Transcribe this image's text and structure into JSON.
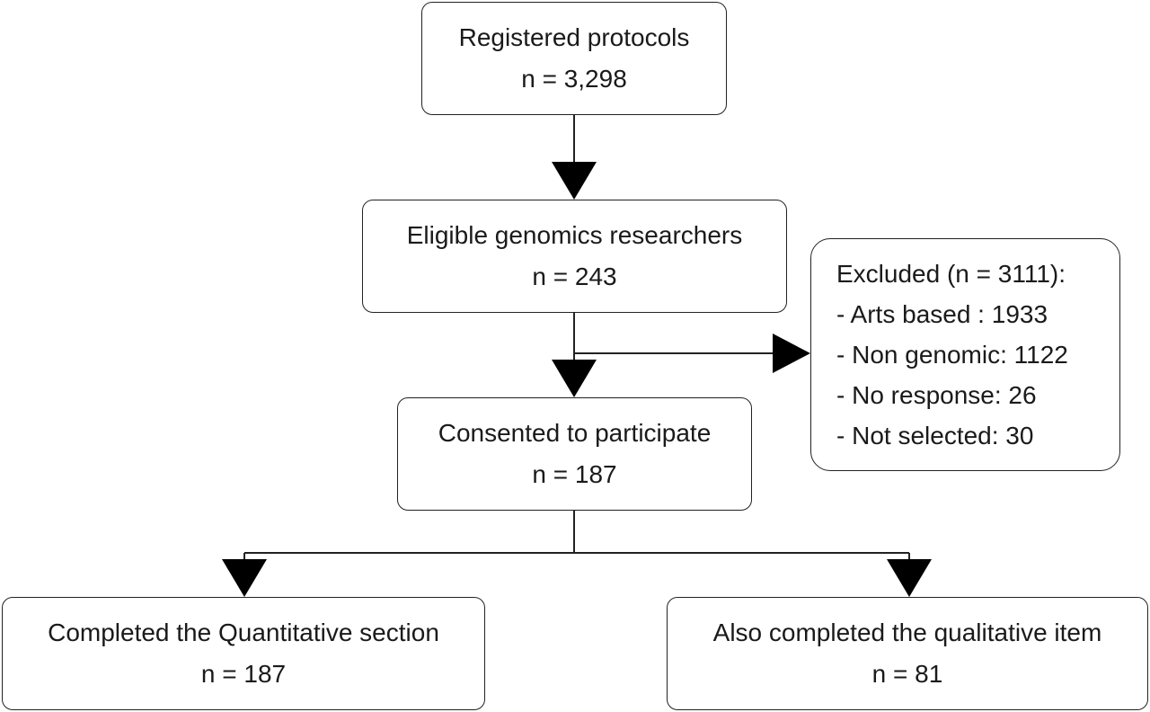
{
  "boxes": {
    "registered": {
      "title": "Registered protocols",
      "count": "n = 3,298"
    },
    "eligible": {
      "title": "Eligible genomics researchers",
      "count": "n = 243"
    },
    "consented": {
      "title": "Consented to participate",
      "count": "n = 187"
    },
    "quantitative": {
      "title": "Completed the Quantitative section",
      "count": "n = 187"
    },
    "qualitative": {
      "title": "Also completed the qualitative item",
      "count": "n = 81"
    }
  },
  "excluded": {
    "title": "Excluded (n = 3111):",
    "items": [
      "- Arts based : 1933",
      "- Non genomic: 1122",
      "- No response: 26",
      "- Not selected: 30"
    ]
  }
}
